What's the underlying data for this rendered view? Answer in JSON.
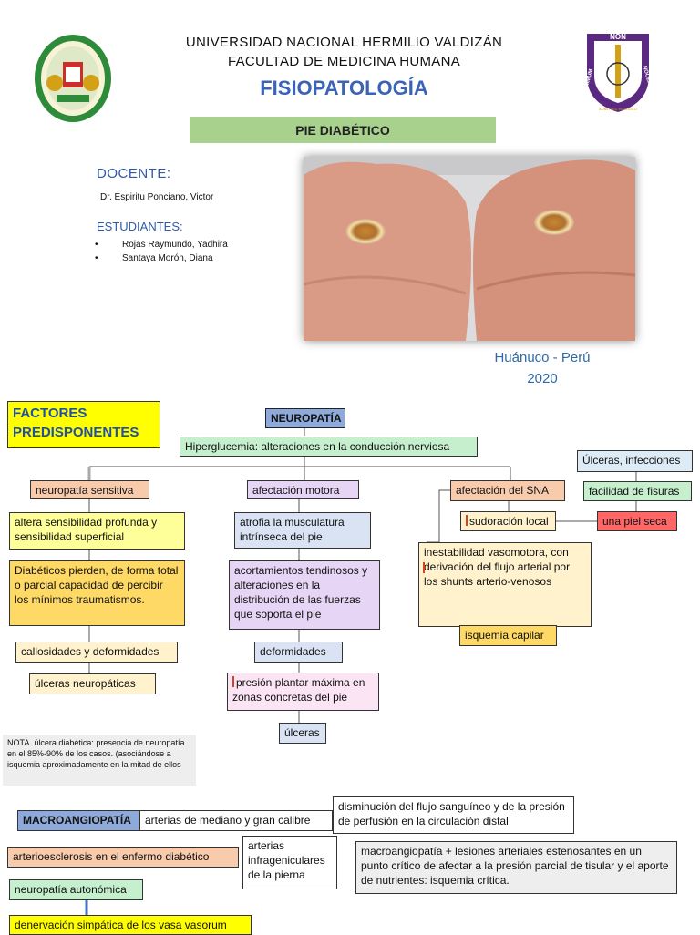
{
  "header": {
    "university": "UNIVERSIDAD NACIONAL HERMILIO VALDIZÁN",
    "faculty": "FACULTAD DE MEDICINA HUMANA",
    "course": "FISIOPATOLOGÍA",
    "topic": "PIE DIABÉTICO"
  },
  "crest_right": {
    "top": "NON",
    "left": "PRIMUM",
    "right": "NOCERE",
    "bottom": "ADMITTED HUANUCO"
  },
  "docente": {
    "heading": "DOCENTE:",
    "name": "Dr. Espiritu Ponciano, Victor"
  },
  "estudiantes": {
    "heading": "ESTUDIANTES:",
    "bullet": "•",
    "items": [
      "Rojas Raymundo, Yadhira",
      "Santaya Morón, Diana"
    ]
  },
  "location": {
    "place": "Huánuco - Perú",
    "year": "2020"
  },
  "factores": "FACTORES PREDISPONENTES",
  "neuropatia": {
    "title": "NEUROPATÍA",
    "hiperglucemia": "Hiperglucemia: alteraciones en la conducción nerviosa",
    "sensitiva": {
      "label": "neuropatía sensitiva",
      "b1": "altera sensibilidad profunda y sensibilidad superficial",
      "b2": "Diabéticos pierden, de forma total o parcial capacidad de percibir los mínimos traumatismos.",
      "b3": "callosidades y deformidades",
      "b4": "úlceras neuropáticas"
    },
    "motora": {
      "label": "afectación motora",
      "b1": "atrofia la musculatura intrínseca del pie",
      "b2": "acortamientos tendinosos y alteraciones en la distribución de las fuerzas que soporta el pie",
      "b3": "deformidades",
      "b4": "presión plantar máxima en zonas concretas del pie",
      "b5": "úlceras"
    },
    "sna": {
      "label": "afectación del SNA",
      "sudoracion": "sudoración local",
      "piel": "una piel seca",
      "fisuras": "facilidad de fisuras",
      "ulceras": "Úlceras, infecciones",
      "inestabilidad": "inestabilidad vasomotora, con derivación del flujo arterial por los shunts arterio-venosos",
      "isquemia": "isquemia capilar"
    },
    "nota": "NOTA. úlcera diabética: presencia de neuropatía en el 85%-90% de los casos. (asociándose a isquemia aproximadamente en la mitad de ellos"
  },
  "macro": {
    "title": "MACROANGIOPATÍA",
    "arterias": "arterias de mediano y gran calibre",
    "disminucion": "disminución del flujo sanguíneo y de la presión de perfusión en la circulación distal",
    "arterio": "arterioesclerosis en el enfermo diabético",
    "infra": "arterias infrageniculares de la pierna",
    "lesiones": "macroangiopatía + lesiones arteriales estenosantes en un punto crítico de afectar a la presión parcial de tisular y el aporte de nutrientes: isquemia crítica.",
    "autonomica": "neuropatía autonómica",
    "denervacion": "denervación simpática de los vasa vasorum"
  },
  "colors": {
    "accent_blue": "#3b63b6",
    "topic_green": "#a9d18e",
    "yellow": "#ffff00",
    "peach": "#f8cbad",
    "light_yellow": "#fff2cc",
    "lavender": "#dae3f3",
    "pink_lavender": "#e6d5f5",
    "pink": "#fbe4f4",
    "green": "#c6efce",
    "red": "#ff6666",
    "sky": "#ddebf7",
    "blue_header": "#8eaadb",
    "gray": "#eeeeee"
  }
}
